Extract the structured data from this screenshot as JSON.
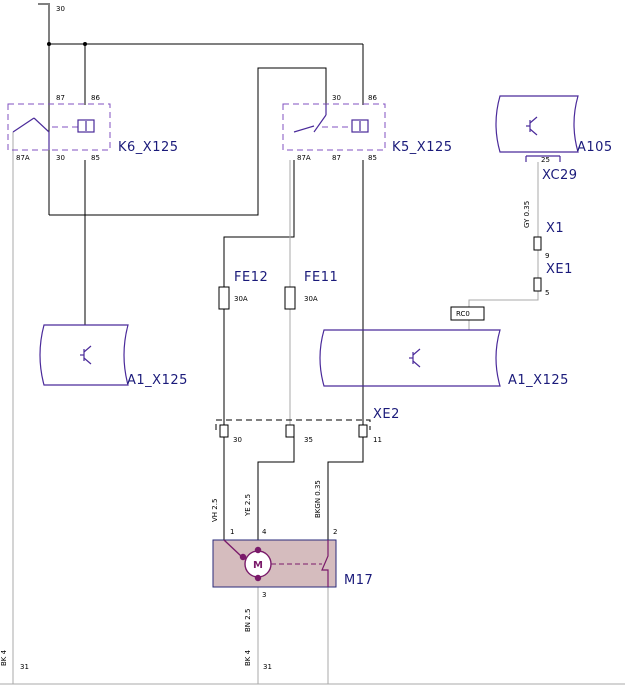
{
  "components": {
    "k6": "K6_X125",
    "k5": "K5_X125",
    "a105": "A105",
    "xc29": "XC29",
    "x1": "X1",
    "xe1": "XE1",
    "fe12": "FE12",
    "fe11": "FE11",
    "a1_left": "A1_X125",
    "a1_right": "A1_X125",
    "xe2": "XE2",
    "m17": "M17",
    "rc0": "RC0",
    "motor": "M"
  },
  "pins": {
    "top": "30",
    "k6_87": "87",
    "k6_86": "86",
    "k6_87a": "87A",
    "k6_30": "30",
    "k6_85": "85",
    "k5_30": "30",
    "k5_86": "86",
    "k5_87a": "87A",
    "k5_87": "87",
    "k5_85": "85",
    "a105_25": "25",
    "x1_9": "9",
    "xe1_5": "5",
    "xe2_30": "30",
    "xe2_35": "35",
    "xe2_11": "11",
    "m17_1": "1",
    "m17_4": "4",
    "m17_2": "2",
    "m17_3": "3",
    "gnd_left": "31",
    "gnd_mid": "31"
  },
  "fuses": {
    "fe12_rating": "30A",
    "fe11_rating": "30A"
  },
  "wires": {
    "gy035": "GY 0.35",
    "vh25": "VH 2.5",
    "ye25": "YE 2.5",
    "bkgn035": "BKGN 0.35",
    "bn25": "BN 2.5",
    "bk4_mid": "BK 4",
    "bk4_left": "BK 4"
  }
}
